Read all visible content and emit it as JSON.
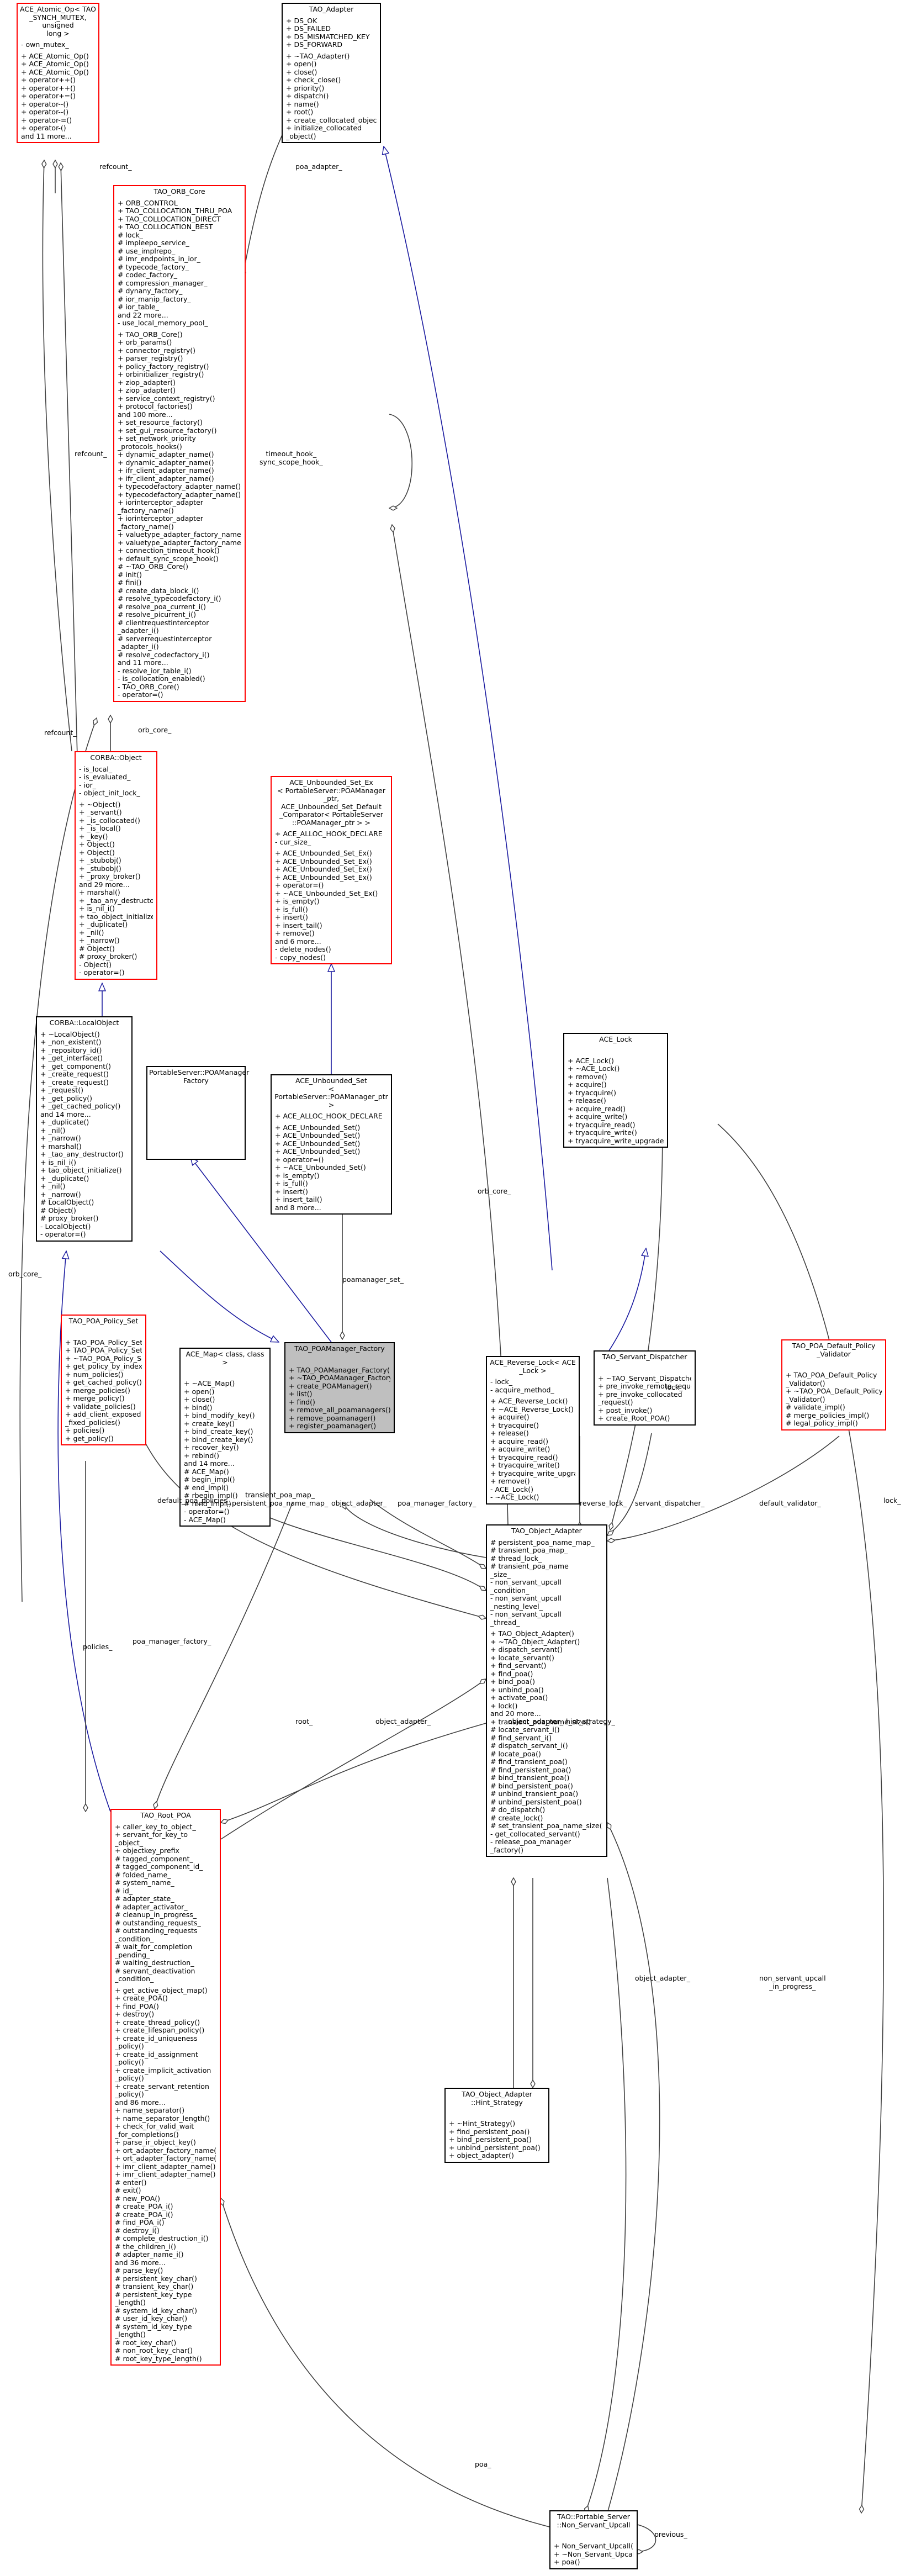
{
  "classes": {
    "atomic": {
      "title": "ACE_Atomic_Op< TAO\n_SYNCH_MUTEX, unsigned\n long >",
      "attributes": [
        "- own_mutex_"
      ],
      "methods": [
        "+ ACE_Atomic_Op()",
        "+ ACE_Atomic_Op()",
        "+ ACE_Atomic_Op()",
        "+ operator++()",
        "+ operator++()",
        "+ operator+=()",
        "+ operator--()",
        "+ operator--()",
        "+ operator-=()",
        "+ operator-()",
        "and 11 more..."
      ]
    },
    "adapter": {
      "title": "TAO_Adapter",
      "attributes": [
        "+ DS_OK",
        "+ DS_FAILED",
        "+ DS_MISMATCHED_KEY",
        "+ DS_FORWARD"
      ],
      "methods": [
        "+ ~TAO_Adapter()",
        "+ open()",
        "+ close()",
        "+ check_close()",
        "+ priority()",
        "+ dispatch()",
        "+ name()",
        "+ root()",
        "+ create_collocated_object()",
        "+ initialize_collocated\n_object()"
      ]
    },
    "orb_core": {
      "title": "TAO_ORB_Core",
      "attributes": [
        "+ ORB_CONTROL",
        "+ TAO_COLLOCATION_THRU_POA",
        "+ TAO_COLLOCATION_DIRECT",
        "+ TAO_COLLOCATION_BEST",
        "# lock_",
        "# impleepo_service_",
        "# use_implrepo_",
        "# imr_endpoints_in_ior_",
        "# typecode_factory_",
        "# codec_factory_",
        "# compression_manager_",
        "# dynany_factory_",
        "# ior_manip_factory_",
        "# ior_table_",
        "and 22 more...",
        "- use_local_memory_pool_"
      ],
      "methods": [
        "+ TAO_ORB_Core()",
        "+ orb_params()",
        "+ connector_registry()",
        "+ parser_registry()",
        "+ policy_factory_registry()",
        "+ orbinitializer_registry()",
        "+ ziop_adapter()",
        "+ ziop_adapter()",
        "+ service_context_registry()",
        "+ protocol_factories()",
        "and 100 more...",
        "+ set_resource_factory()",
        "+ set_gui_resource_factory()",
        "+ set_network_priority\n_protocols_hooks()",
        "+ dynamic_adapter_name()",
        "+ dynamic_adapter_name()",
        "+ ifr_client_adapter_name()",
        "+ ifr_client_adapter_name()",
        "+ typecodefactory_adapter_name()",
        "+ typecodefactory_adapter_name()",
        "+ iorinterceptor_adapter\n_factory_name()",
        "+ iorinterceptor_adapter\n_factory_name()",
        "+ valuetype_adapter_factory_name()",
        "+ valuetype_adapter_factory_name()",
        "+ connection_timeout_hook()",
        "+ default_sync_scope_hook()",
        "# ~TAO_ORB_Core()",
        "# init()",
        "# fini()",
        "# create_data_block_i()",
        "# resolve_typecodefactory_i()",
        "# resolve_poa_current_i()",
        "# resolve_picurrent_i()",
        "# clientrequestinterceptor\n_adapter_i()",
        "# serverrequestinterceptor\n_adapter_i()",
        "# resolve_codecfactory_i()",
        "and 11 more...",
        "- resolve_ior_table_i()",
        "- is_collocation_enabled()",
        "- TAO_ORB_Core()",
        "- operator=()"
      ]
    },
    "corba_object": {
      "title": "CORBA::Object",
      "attributes": [
        "- is_local_",
        "- is_evaluated_",
        "- ior_",
        "- object_init_lock_"
      ],
      "methods": [
        "+ ~Object()",
        "+ _servant()",
        "+ _is_collocated()",
        "+ _is_local()",
        "+ _key()",
        "+ Object()",
        "+ Object()",
        "+ _stubobj()",
        "+ _stubobj()",
        "+ _proxy_broker()",
        "and 29 more...",
        "+ marshal()",
        "+ _tao_any_destructor()",
        "+ is_nil_i()",
        "+ tao_object_initialize()",
        "+ _duplicate()",
        "+ _nil()",
        "+ _narrow()",
        "# Object()",
        "# proxy_broker()",
        "- Object()",
        "- operator=()"
      ]
    },
    "unb_set": {
      "title": "ACE_Unbounded_Set_Ex\n< PortableServer::POAManager\n_ptr, ACE_Unbounded_Set_Default\n_Comparator< PortableServer\n::POAManager_ptr > >",
      "attributes": [
        "+ ACE_ALLOC_HOOK_DECLARE",
        "- cur_size_"
      ],
      "methods": [
        "+ ACE_Unbounded_Set_Ex()",
        "+ ACE_Unbounded_Set_Ex()",
        "+ ACE_Unbounded_Set_Ex()",
        "+ ACE_Unbounded_Set_Ex()",
        "+ operator=()",
        "+ ~ACE_Unbounded_Set_Ex()",
        "+ is_empty()",
        "+ is_full()",
        "+ insert()",
        "+ insert_tail()",
        "+ remove()",
        "and 6 more...",
        "- delete_nodes()",
        "- copy_nodes()"
      ]
    },
    "local_object": {
      "title": "CORBA::LocalObject",
      "attributes": [],
      "methods": [
        "+ ~LocalObject()",
        "+ _non_existent()",
        "+ _repository_id()",
        "+ _get_interface()",
        "+ _get_component()",
        "+ _create_request()",
        "+ _create_request()",
        "+ _request()",
        "+ _get_policy()",
        "+ _get_cached_policy()",
        "and 14 more...",
        "+ _duplicate()",
        "+ _nil()",
        "+ _narrow()",
        "+ marshal()",
        "+ _tao_any_destructor()",
        "+ is_nil_i()",
        "+ tao_object_initialize()",
        "+ _duplicate()",
        "+ _nil()",
        "+ _narrow()",
        "# LocalObject()",
        "# Object()",
        "# proxy_broker()",
        "- LocalObject()",
        "- operator=()"
      ]
    },
    "ps_factory": {
      "title": "PortableServer::POAManager\nFactory",
      "attributes": [],
      "methods": []
    },
    "unb_set2": {
      "title": "ACE_Unbounded_Set\n< PortableServer::POAManager_ptr >",
      "attributes": [
        "+ ACE_ALLOC_HOOK_DECLARE"
      ],
      "methods": [
        "+ ACE_Unbounded_Set()",
        "+ ACE_Unbounded_Set()",
        "+ ACE_Unbounded_Set()",
        "+ ACE_Unbounded_Set()",
        "+ operator=()",
        "+ ~ACE_Unbounded_Set()",
        "+ is_empty()",
        "+ is_full()",
        "+ insert()",
        "+ insert_tail()",
        "and 8 more..."
      ]
    },
    "ace_lock": {
      "title": "ACE_Lock",
      "attributes": [],
      "methods": [
        "+ ACE_Lock()",
        "+ ~ACE_Lock()",
        "+ remove()",
        "+ acquire()",
        "+ tryacquire()",
        "+ release()",
        "+ acquire_read()",
        "+ acquire_write()",
        "+ tryacquire_read()",
        "+ tryacquire_write()",
        "+ tryacquire_write_upgrade()"
      ]
    },
    "policy_set": {
      "title": "TAO_POA_Policy_Set",
      "attributes": [],
      "methods": [
        "+ TAO_POA_Policy_Set()",
        "+ TAO_POA_Policy_Set()",
        "+ ~TAO_POA_Policy_Set()",
        "+ get_policy_by_index()",
        "+ num_policies()",
        "+ get_cached_policy()",
        "+ merge_policies()",
        "+ merge_policy()",
        "+ validate_policies()",
        "+ add_client_exposed\n_fixed_policies()",
        "+ policies()",
        "+ get_policy()"
      ]
    },
    "ace_map": {
      "title": "ACE_Map< class, class >",
      "attributes": [],
      "methods": [
        "+ ~ACE_Map()",
        "+ open()",
        "+ close()",
        "+ bind()",
        "+ bind_modify_key()",
        "+ create_key()",
        "+ bind_create_key()",
        "+ bind_create_key()",
        "+ recover_key()",
        "+ rebind()",
        "and 14 more...",
        "# ACE_Map()",
        "# begin_impl()",
        "# end_impl()",
        "# rbegin_impl()",
        "# rend_impl()",
        "- operator=()",
        "- ACE_Map()"
      ]
    },
    "pm_factory": {
      "title": "TAO_POAManager_Factory",
      "attributes": [],
      "methods": [
        "+ TAO_POAManager_Factory()",
        "+ ~TAO_POAManager_Factory()",
        "+ create_POAManager()",
        "+ list()",
        "+ find()",
        "+ remove_all_poamanagers()",
        "+ remove_poamanager()",
        "+ register_poamanager()"
      ]
    },
    "reverse_lock": {
      "title": "ACE_Reverse_Lock< ACE\n_Lock >",
      "attributes": [
        "- lock_",
        "- acquire_method_"
      ],
      "methods": [
        "+ ACE_Reverse_Lock()",
        "+ ~ACE_Reverse_Lock()",
        "+ acquire()",
        "+ tryacquire()",
        "+ release()",
        "+ acquire_read()",
        "+ acquire_write()",
        "+ tryacquire_read()",
        "+ tryacquire_write()",
        "+ tryacquire_write_upgrade()",
        "+ remove()",
        "- ACE_Lock()",
        "- ~ACE_Lock()"
      ]
    },
    "servant_dispatcher": {
      "title": "TAO_Servant_Dispatcher",
      "attributes": [],
      "methods": [
        "+ ~TAO_Servant_Dispatcher()",
        "+ pre_invoke_remote_request()",
        "+ pre_invoke_collocated\n_request()",
        "+ post_invoke()",
        "+ create_Root_POA()"
      ]
    },
    "default_validator": {
      "title": "TAO_POA_Default_Policy\n_Validator",
      "attributes": [],
      "methods": [
        "+ TAO_POA_Default_Policy\n_Validator()",
        "+ ~TAO_POA_Default_Policy\n_Validator()",
        "# validate_impl()",
        "# merge_policies_impl()",
        "# legal_policy_impl()"
      ]
    },
    "object_adapter": {
      "title": "TAO_Object_Adapter",
      "attributes": [
        "# persistent_poa_name_map_",
        "# transient_poa_map_",
        "# thread_lock_",
        "# transient_poa_name\n_size_",
        "- non_servant_upcall\n_condition_",
        "- non_servant_upcall\n_nesting_level_",
        "- non_servant_upcall\n_thread_"
      ],
      "methods": [
        "+ TAO_Object_Adapter()",
        "+ ~TAO_Object_Adapter()",
        "+ dispatch_servant()",
        "+ locate_servant()",
        "+ find_servant()",
        "+ find_poa()",
        "+ bind_poa()",
        "+ unbind_poa()",
        "+ activate_poa()",
        "+ lock()",
        "and 20 more...",
        "+ transient_poa_name_size()",
        "# locate_servant_i()",
        "# find_servant_i()",
        "# dispatch_servant_i()",
        "# locate_poa()",
        "# find_transient_poa()",
        "# find_persistent_poa()",
        "# bind_transient_poa()",
        "# bind_persistent_poa()",
        "# unbind_transient_poa()",
        "# unbind_persistent_poa()",
        "# do_dispatch()",
        "# create_lock()",
        "# set_transient_poa_name_size()",
        "- get_collocated_servant()",
        "- release_poa_manager\n_factory()"
      ]
    },
    "root_poa": {
      "title": "TAO_Root_POA",
      "attributes": [
        "+ caller_key_to_object_",
        "+ servant_for_key_to\n_object_",
        "+ objectkey_prefix",
        "# tagged_component_",
        "# tagged_component_id_",
        "# folded_name_",
        "# system_name_",
        "# id_",
        "# adapter_state_",
        "# adapter_activator_",
        "# cleanup_in_progress_",
        "# outstanding_requests_",
        "# outstanding_requests\n_condition_",
        "# wait_for_completion\n_pending_",
        "# waiting_destruction_",
        "# servant_deactivation\n_condition_"
      ],
      "methods": [
        "+ get_active_object_map()",
        "+ create_POA()",
        "+ find_POA()",
        "+ destroy()",
        "+ create_thread_policy()",
        "+ create_lifespan_policy()",
        "+ create_id_uniqueness\n_policy()",
        "+ create_id_assignment\n_policy()",
        "+ create_implicit_activation\n_policy()",
        "+ create_servant_retention\n_policy()",
        "and 86 more...",
        "+ name_separator()",
        "+ name_separator_length()",
        "+ check_for_valid_wait\n_for_completions()",
        "+ parse_ir_object_key()",
        "+ ort_adapter_factory_name()",
        "+ ort_adapter_factory_name()",
        "+ imr_client_adapter_name()",
        "+ imr_client_adapter_name()",
        "# enter()",
        "# exit()",
        "# new_POA()",
        "# create_POA_i()",
        "# create_POA_i()",
        "# find_POA_i()",
        "# destroy_i()",
        "# complete_destruction_i()",
        "# the_children_i()",
        "# adapter_name_i()",
        "and 36 more...",
        "# parse_key()",
        "# persistent_key_char()",
        "# transient_key_char()",
        "# persistent_key_type\n_length()",
        "# system_id_key_char()",
        "# user_id_key_char()",
        "# system_id_key_type\n_length()",
        "# root_key_char()",
        "# non_root_key_char()",
        "# root_key_type_length()"
      ]
    },
    "hint_strategy": {
      "title": "TAO_Object_Adapter\n::Hint_Strategy",
      "attributes": [],
      "methods": [
        "+ ~Hint_Strategy()",
        "+ find_persistent_poa()",
        "+ bind_persistent_poa()",
        "+ unbind_persistent_poa()",
        "+ object_adapter()"
      ]
    },
    "upcall": {
      "title": "TAO::Portable_Server\n::Non_Servant_Upcall",
      "attributes": [],
      "methods": [
        "+ Non_Servant_Upcall()",
        "+ ~Non_Servant_Upcall()",
        "+ poa()"
      ]
    }
  },
  "edge_labels": {
    "refcount_1": "refcount_",
    "refcount_2": "refcount_",
    "refcount_3": "refcount_",
    "poa_adapter": "poa_adapter_",
    "timeout_hook": "timeout_hook_\nsync_scope_hook_",
    "orb_core_1": "orb_core_",
    "orb_core_2": "orb_core_",
    "orb_core_3": "orb_core_",
    "poamanager_set": "poamanager_set_",
    "lock_1": "lock_",
    "lock_2": "lock_",
    "default_poa_policies": "default_poa_policies_",
    "transient_poa_map": "transient_poa_map_\npersistent_poa_name_map_",
    "object_adapter_1": "object_adapter_",
    "object_adapter_2": "object_adapter_",
    "object_adapter_3": "object_adapter_",
    "object_adapter_4": "object_adapter_",
    "poa_manager_factory_1": "poa_manager_factory_",
    "poa_manager_factory_2": "poa_manager_factory_",
    "reverse_lock": "reverse_lock_",
    "servant_dispatcher": "servant_dispatcher_",
    "default_validator": "default_validator_",
    "policies": "policies_",
    "root": "root_",
    "hint_strategy": "hint_strategy_",
    "non_servant_upcall": "non_servant_upcall\n_in_progress_",
    "poa": "poa_",
    "previous": "previous_"
  }
}
